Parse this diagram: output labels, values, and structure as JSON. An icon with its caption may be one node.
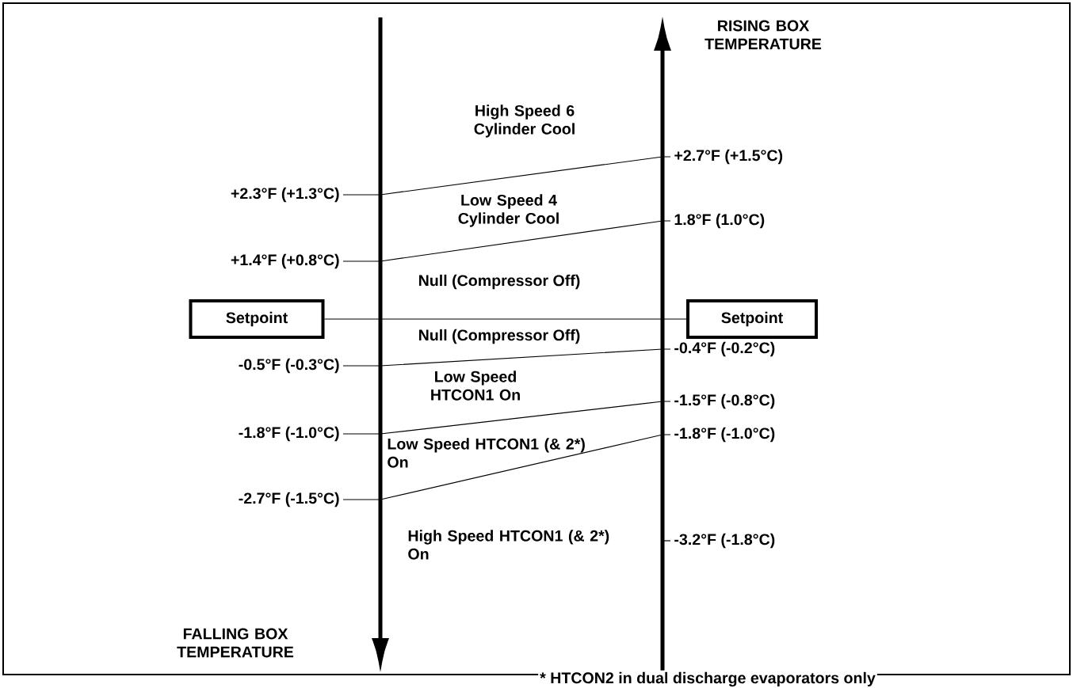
{
  "diagram": {
    "nodes": [
      {
        "text": [
          "+2.7°F (+1.5°C)"
        ]
      },
      {
        "text": [
          "+2.3°F (+1.3°C)"
        ]
      },
      {
        "text": [
          "1.8°F (1.0°C)"
        ]
      },
      {
        "text": [
          "+1.4°F (+0.8°C)"
        ]
      },
      {
        "text": [
          "Setpoint"
        ]
      },
      {
        "text": [
          "Setpoint"
        ]
      },
      {
        "text": [
          "-0.4°F (-0.2°C)"
        ]
      },
      {
        "text": [
          "-0.5°F (-0.3°C)"
        ]
      },
      {
        "text": [
          "-1.5°F (-0.8°C)"
        ]
      },
      {
        "text": [
          "-1.8°F (-1.0°C)"
        ]
      },
      {
        "text": [
          "-1.8°F (-1.0°C)"
        ]
      },
      {
        "text": [
          "-2.7°F (-1.5°C)"
        ]
      },
      {
        "text": [
          "-3.2°F (-1.8°C)"
        ]
      }
    ],
    "edges": [
      {
        "from": 1,
        "to": 0,
        "arrow": "none"
      },
      {
        "from": 3,
        "to": 2,
        "arrow": "none"
      },
      {
        "from": 4,
        "to": 5,
        "arrow": "none"
      },
      {
        "from": 7,
        "to": 6,
        "arrow": "none"
      },
      {
        "from": 9,
        "to": 8,
        "arrow": "none"
      },
      {
        "from": 11,
        "to": 10,
        "arrow": "none"
      },
      {
        "from": null,
        "to": 12,
        "arrow": "none"
      }
    ],
    "labels": [
      "RISING BOX TEMPERATURE",
      "High Speed 6 Cylinder Cool",
      "Low Speed 4 Cylinder Cool",
      "Null (Compressor Off)",
      "Null (Compressor Off)",
      "Low Speed HTCON1 On",
      "Low Speed HTCON1 (& 2*) On",
      "High Speed HTCON1 (& 2*) On",
      "FALLING BOX TEMPERATURE",
      "* HTCON2 in dual discharge evaporators only"
    ]
  }
}
